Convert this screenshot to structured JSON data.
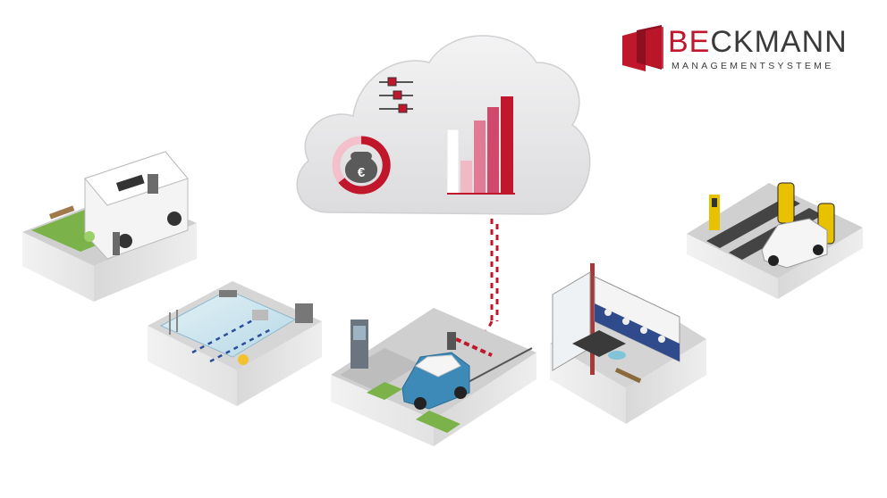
{
  "logo": {
    "prefix": "BE",
    "rest": "CKMANN",
    "subtitle": "MANAGEMENTSYSTEME",
    "brand_red": "#c1172c",
    "text_gray": "#3a3a3a"
  },
  "icons": {
    "cloud": "cloud-icon",
    "settings": "sliders-icon",
    "money": "money-bag-euro-icon",
    "chart": "bar-chart-icon",
    "euro_symbol": "€"
  },
  "colors": {
    "accent_red": "#c1172c",
    "pink": "#e07a95",
    "light_pink": "#f1b8c6",
    "cloud_fill": "#e7e7e9",
    "platform_top": "#cfcfcf",
    "platform_side": "#e9e9e9",
    "grass": "#7bb24a",
    "water": "#c9e3ee",
    "car_blue": "#3d89b8",
    "car_white": "#f5f5f5",
    "brush_yellow": "#e8c200"
  }
}
